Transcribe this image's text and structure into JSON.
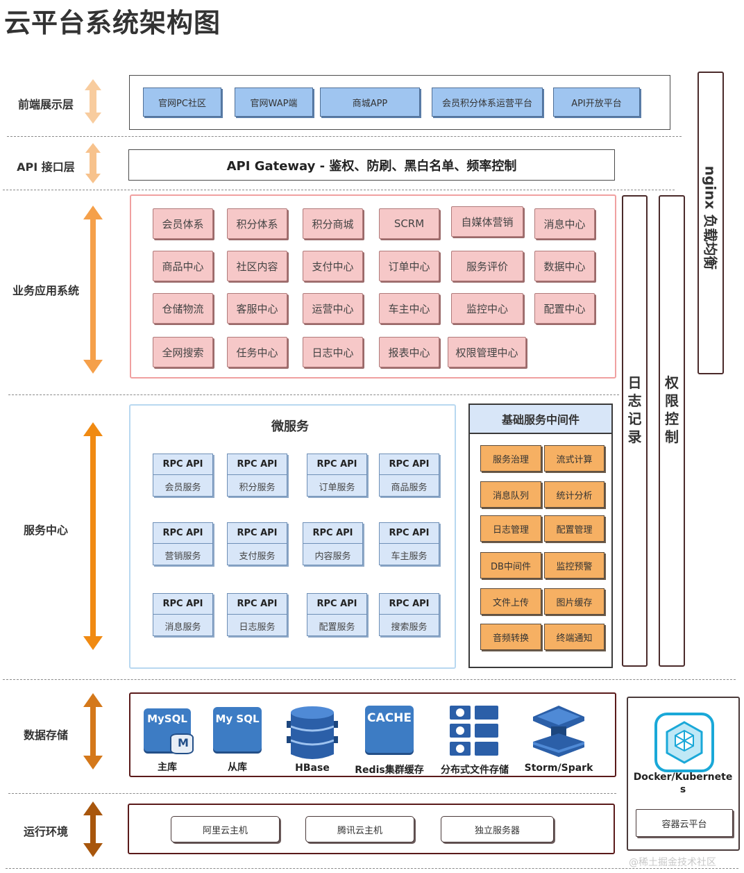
{
  "title": "云平台系统架构图",
  "layers": {
    "frontend": "前端展示层",
    "api": "API 接口层",
    "business": "业务应用系统",
    "service": "服务中心",
    "storage": "数据存储",
    "runtime": "运行环境"
  },
  "frontend_items": [
    "官网PC社区",
    "官网WAP端",
    "商城APP",
    "会员积分体系运营平台",
    "API开放平台"
  ],
  "api_gateway": "API Gateway - 鉴权、防刷、黑白名单、频率控制",
  "business_items": [
    [
      "会员体系",
      "积分体系",
      "积分商城",
      "SCRM",
      "自媒体营销",
      "消息中心"
    ],
    [
      "商品中心",
      "社区内容",
      "支付中心",
      "订单中心",
      "服务评价",
      "数据中心"
    ],
    [
      "仓储物流",
      "客服中心",
      "运营中心",
      "车主中心",
      "监控中心",
      "配置中心"
    ],
    [
      "全网搜索",
      "任务中心",
      "日志中心",
      "报表中心",
      "权限管理中心"
    ]
  ],
  "microservice": {
    "title": "微服务",
    "rpc_label": "RPC API",
    "services": [
      [
        "会员服务",
        "积分服务",
        "订单服务",
        "商品服务"
      ],
      [
        "营销服务",
        "支付服务",
        "内容服务",
        "车主服务"
      ],
      [
        "消息服务",
        "日志服务",
        "配置服务",
        "搜索服务"
      ]
    ]
  },
  "middleware": {
    "title": "基础服务中间件",
    "items": [
      [
        "服务治理",
        "流式计算"
      ],
      [
        "消息队列",
        "统计分析"
      ],
      [
        "日志管理",
        "配置管理"
      ],
      [
        "DB中间件",
        "监控预警"
      ],
      [
        "文件上传",
        "图片缓存"
      ],
      [
        "音频转换",
        "终端通知"
      ]
    ]
  },
  "side": {
    "nginx": "nginx 负载均衡",
    "log": "日志记录",
    "auth": "权限控制"
  },
  "storage_items": [
    {
      "icon": "mysql-master-icon",
      "icon_text": "MySQL",
      "icon_sub": "M",
      "label": "主库"
    },
    {
      "icon": "mysql-slave-icon",
      "icon_text": "My SQL",
      "label": "从库"
    },
    {
      "icon": "hbase-icon",
      "label": "HBase"
    },
    {
      "icon": "redis-cache-icon",
      "icon_text": "CACHE",
      "label": "Redis集群缓存"
    },
    {
      "icon": "distributed-file-icon",
      "label": "分布式文件存储"
    },
    {
      "icon": "storm-spark-icon",
      "label": "Storm/Spark"
    }
  ],
  "runtime_items": [
    "阿里云主机",
    "腾讯云主机",
    "独立服务器"
  ],
  "docker": {
    "label": "Docker/Kubernetes",
    "platform": "容器云平台"
  },
  "watermark": "@稀土掘金技术社区",
  "colors": {
    "blue": "#9fc5f0",
    "pink": "#f6c8c8",
    "orange": "#f6b063",
    "rpc_bg": "#d8e6f8",
    "micro_border": "#b8d8f0",
    "business_border": "#f0a0a0"
  }
}
